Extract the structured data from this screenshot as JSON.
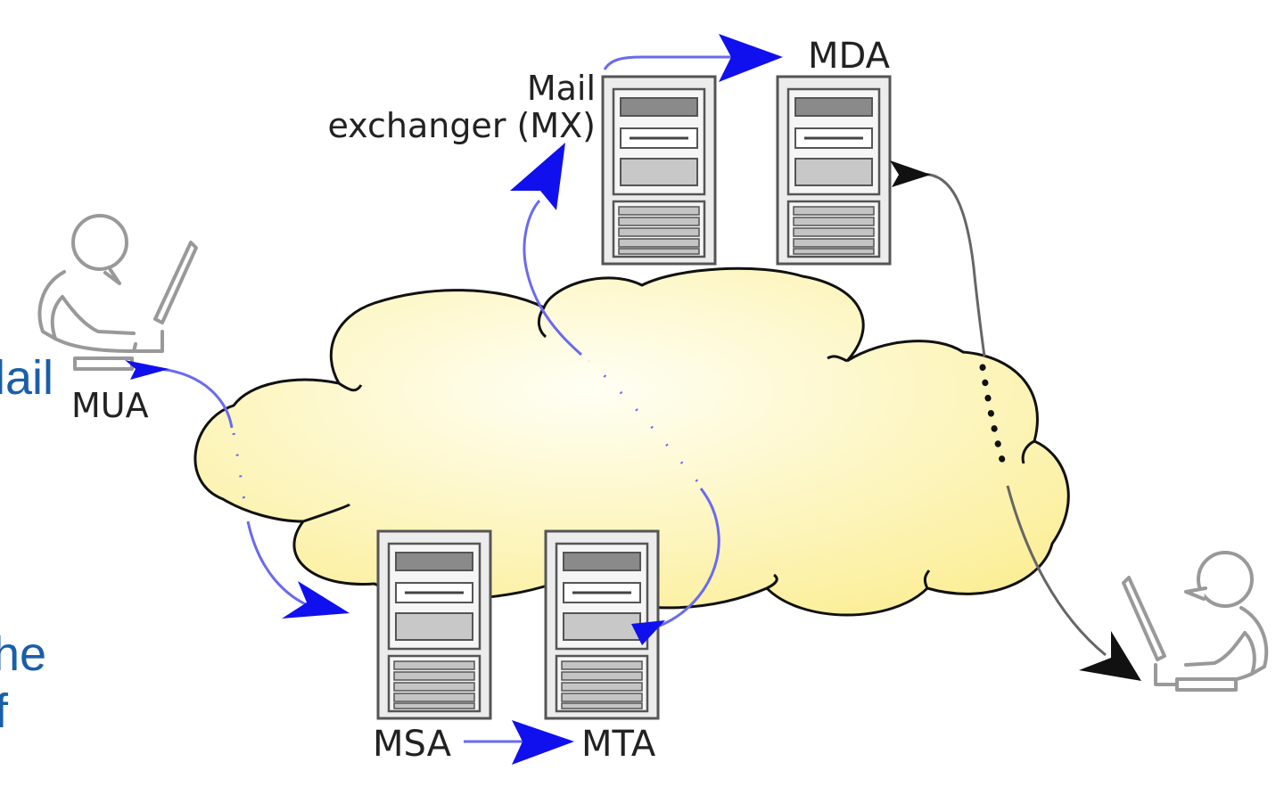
{
  "labels": {
    "mda": "MDA",
    "mx_line1": "Mail",
    "mx_line2": "exchanger (MX)",
    "mua": "MUA",
    "msa": "MSA",
    "mta": "MTA"
  },
  "side_text": {
    "line1": "lail",
    "line2": "he",
    "line3": "f"
  },
  "colors": {
    "blue_arrow": "#1010ee",
    "blue_line": "#6a6af0",
    "black_arrow": "#111111",
    "grey_line": "#666666",
    "cloud_fill_center": "#fffff2",
    "cloud_fill_edge": "#fbee98",
    "side_text": "#1a5fa8"
  }
}
